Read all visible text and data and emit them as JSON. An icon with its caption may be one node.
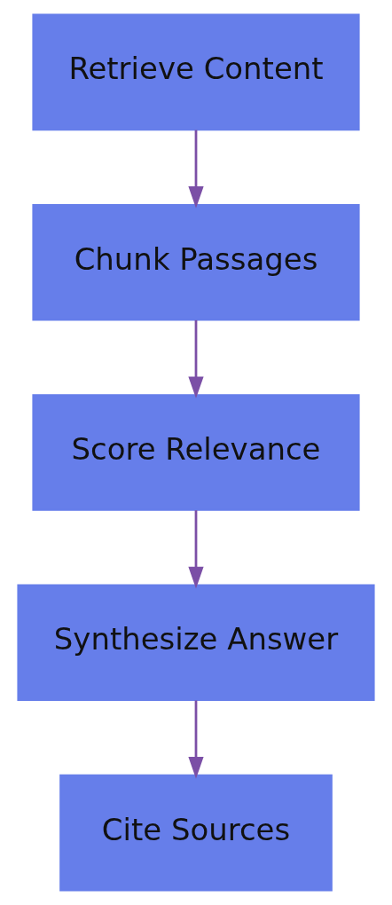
{
  "diagram": {
    "nodes": [
      {
        "text": [
          "Retrieve Content"
        ]
      },
      {
        "text": [
          "Chunk Passages"
        ]
      },
      {
        "text": [
          "Score Relevance"
        ]
      },
      {
        "text": [
          "Synthesize Answer"
        ]
      },
      {
        "text": [
          "Cite Sources"
        ]
      }
    ],
    "edges": [
      {
        "from": 0,
        "to": 1,
        "arrow": "to"
      },
      {
        "from": 1,
        "to": 2,
        "arrow": "to"
      },
      {
        "from": 2,
        "to": 3,
        "arrow": "to"
      },
      {
        "from": 3,
        "to": 4,
        "arrow": "to"
      }
    ]
  }
}
